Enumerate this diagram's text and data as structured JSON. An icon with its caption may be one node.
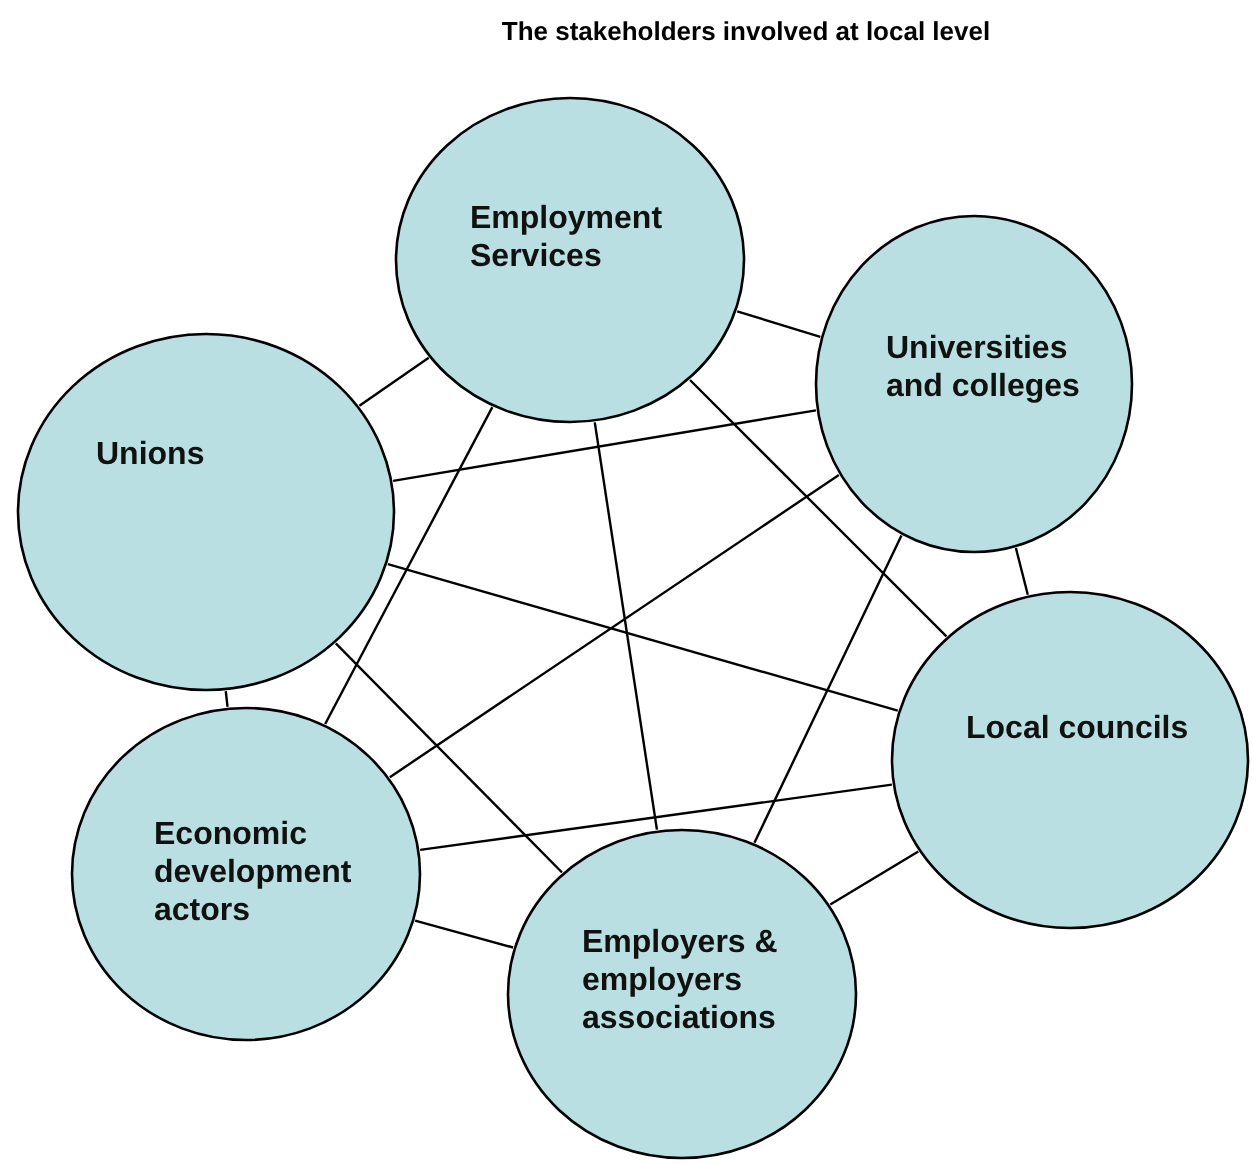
{
  "diagram": {
    "title": "The stakeholders involved at local level",
    "nodes": [
      {
        "text": [
          "Employment Services"
        ]
      },
      {
        "text": [
          "Universities and colleges"
        ]
      },
      {
        "text": [
          "Unions"
        ]
      },
      {
        "text": [
          "Local councils"
        ]
      },
      {
        "text": [
          "Economic development actors"
        ]
      },
      {
        "text": [
          "Employers & employers associations"
        ]
      }
    ],
    "edges": [
      {
        "from": 2,
        "to": 0,
        "arrow": "none"
      },
      {
        "from": 2,
        "to": 1,
        "arrow": "none"
      },
      {
        "from": 2,
        "to": 3,
        "arrow": "none"
      },
      {
        "from": 2,
        "to": 4,
        "arrow": "none"
      },
      {
        "from": 2,
        "to": 5,
        "arrow": "none"
      },
      {
        "from": 0,
        "to": 1,
        "arrow": "none"
      },
      {
        "from": 0,
        "to": 3,
        "arrow": "none"
      },
      {
        "from": 0,
        "to": 4,
        "arrow": "none"
      },
      {
        "from": 0,
        "to": 5,
        "arrow": "none"
      },
      {
        "from": 1,
        "to": 3,
        "arrow": "none"
      },
      {
        "from": 1,
        "to": 4,
        "arrow": "none"
      },
      {
        "from": 1,
        "to": 5,
        "arrow": "none"
      },
      {
        "from": 4,
        "to": 3,
        "arrow": "none"
      },
      {
        "from": 4,
        "to": 5,
        "arrow": "none"
      },
      {
        "from": 5,
        "to": 3,
        "arrow": "none"
      }
    ]
  }
}
